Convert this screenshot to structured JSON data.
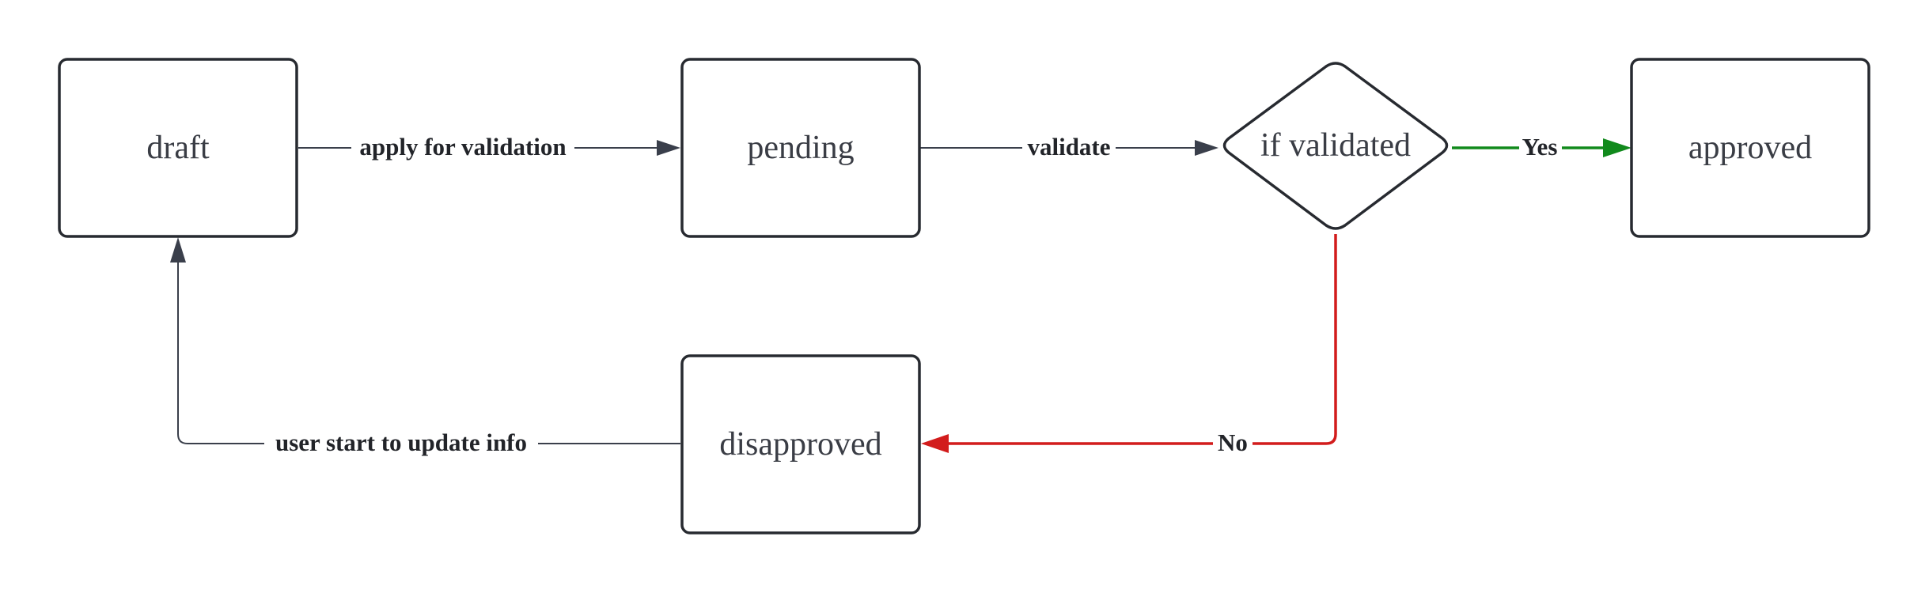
{
  "colors": {
    "default_edge": "#3a3f4b",
    "yes_edge": "#118a1c",
    "no_edge": "#d21c1c",
    "node_stroke": "#272a30",
    "node_text": "#3a3d45"
  },
  "nodes": {
    "draft": "draft",
    "pending": "pending",
    "decision": "if validated",
    "approved": "approved",
    "disapproved": "disapproved"
  },
  "edges": {
    "apply": "apply for validation",
    "validate": "validate",
    "yes": "Yes",
    "no": "No",
    "update": "user start to update info"
  }
}
